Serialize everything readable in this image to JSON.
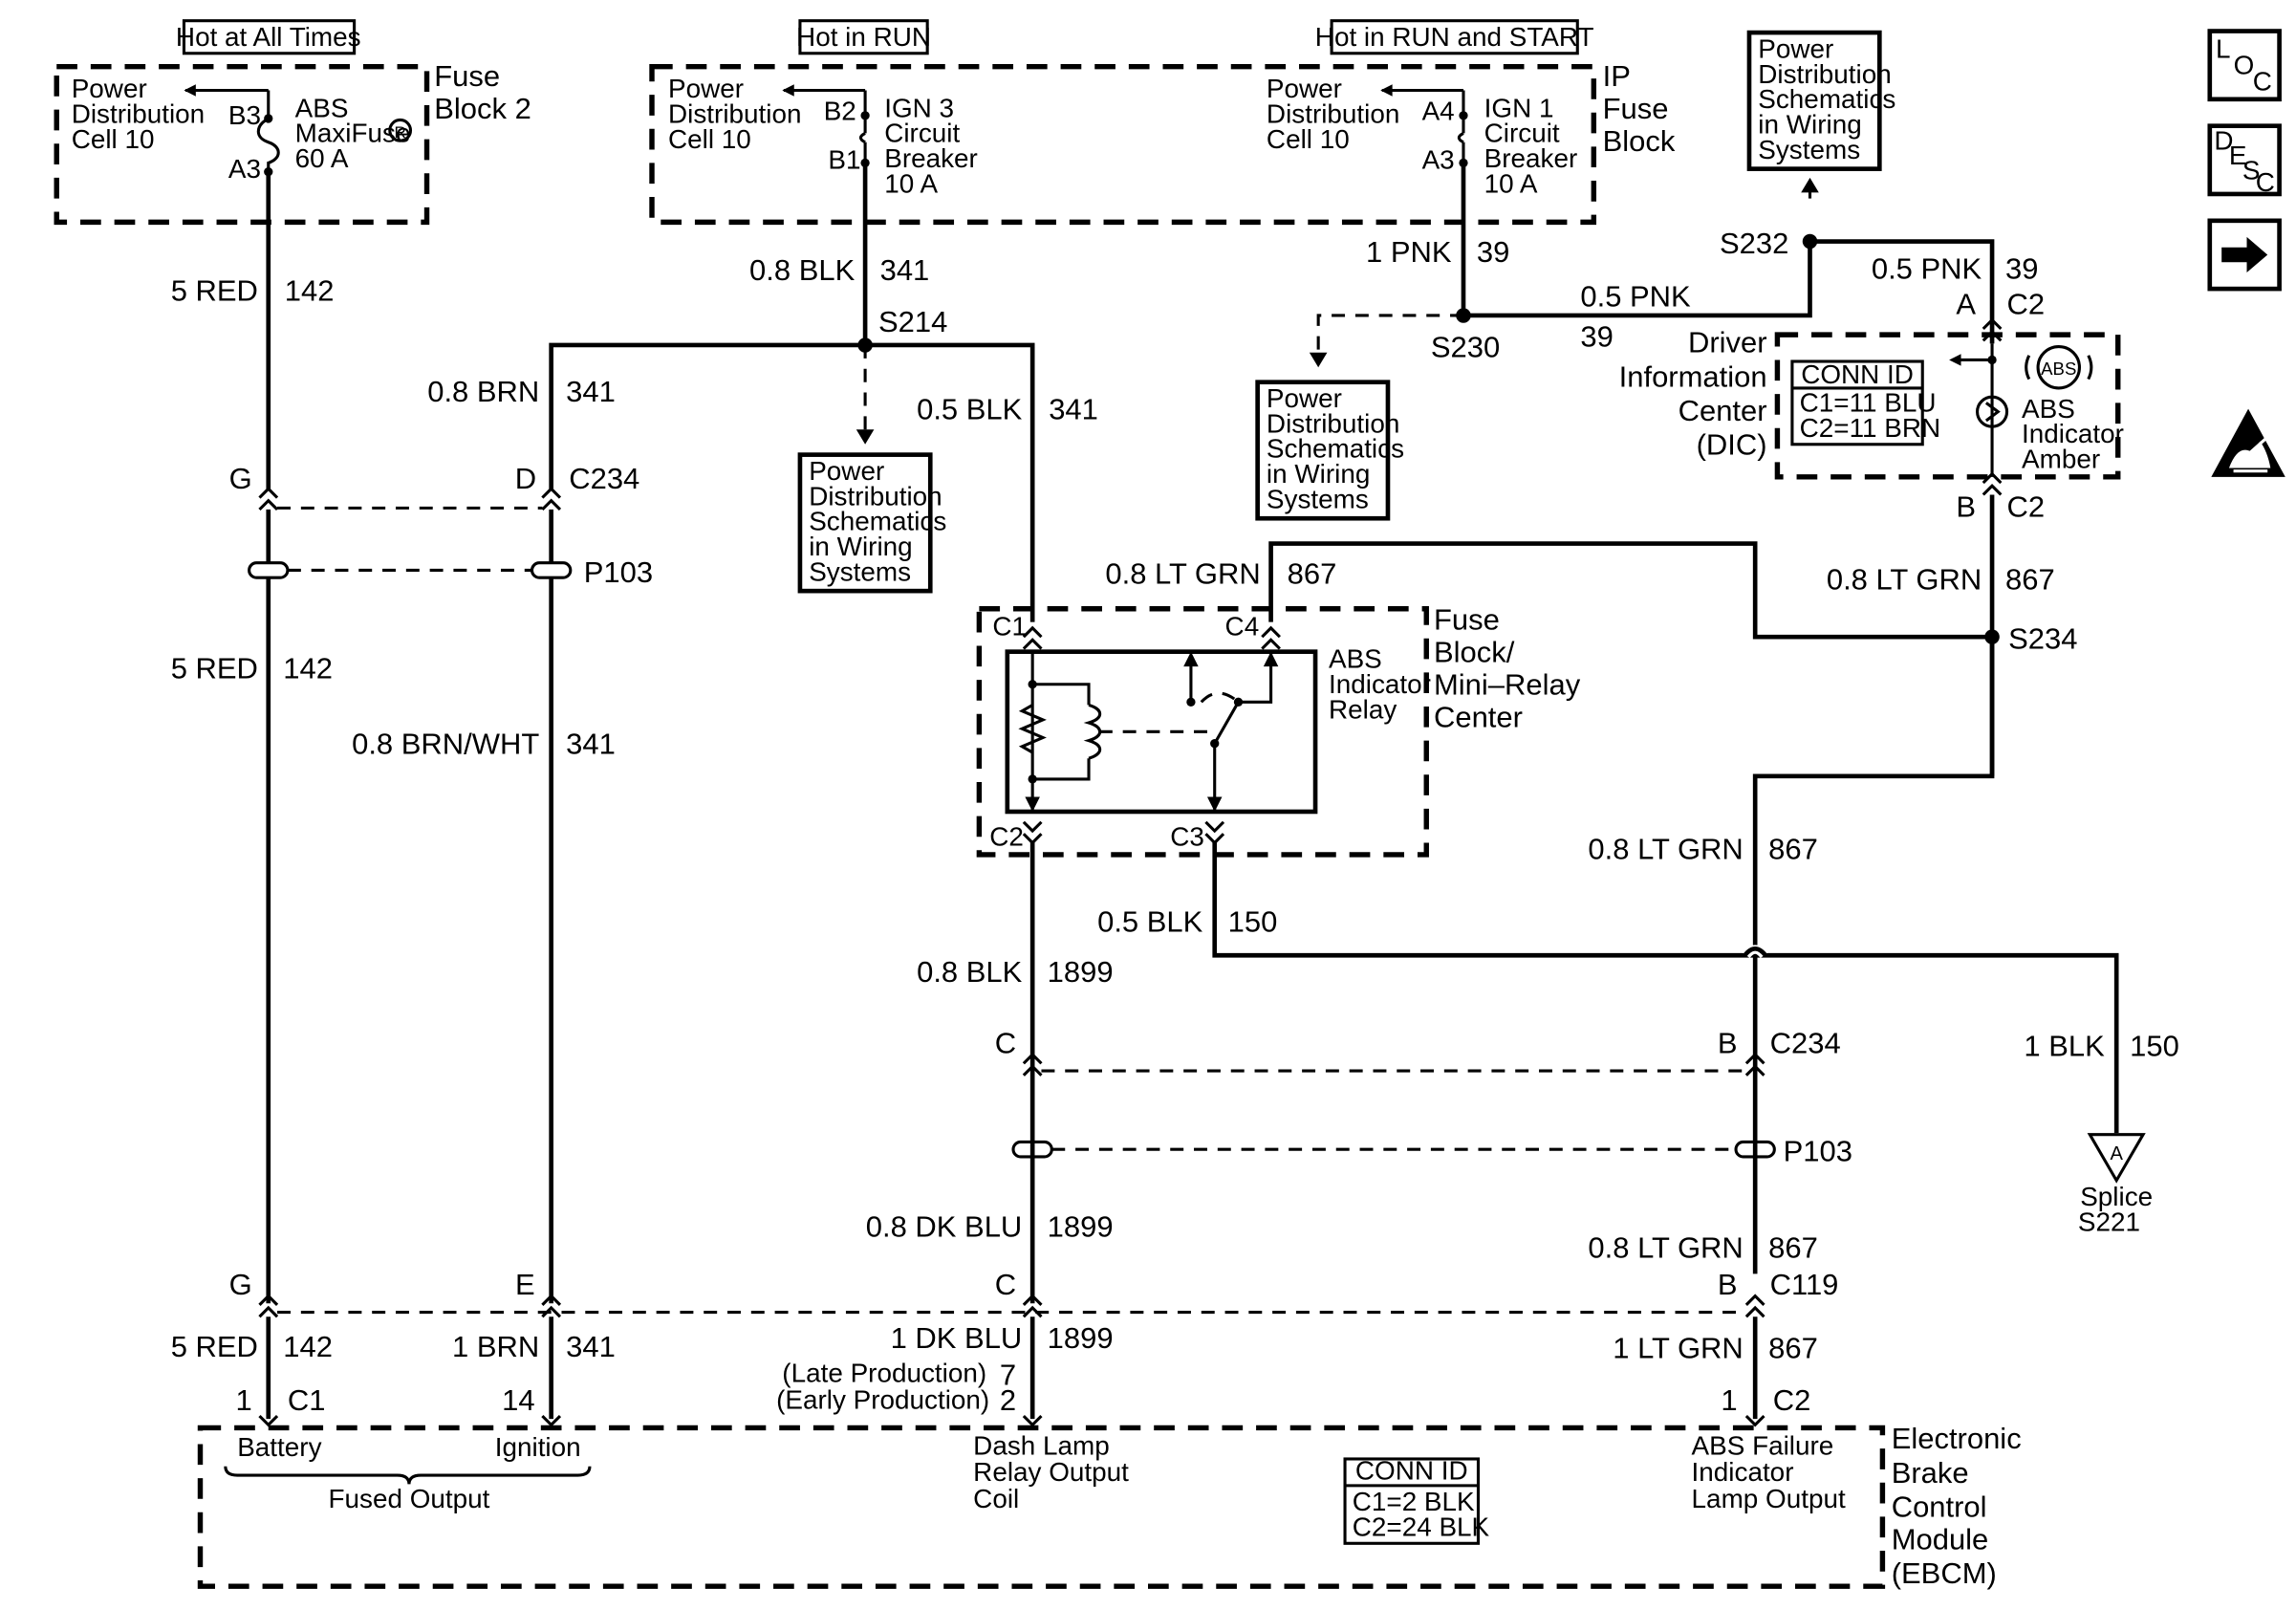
{
  "headers": {
    "hot_all_times": "Hot at All Times",
    "hot_in_run": "Hot in RUN",
    "hot_in_run_start": "Hot in RUN and START"
  },
  "fuse_block_2": {
    "title": [
      "Fuse",
      "Block 2"
    ],
    "pdc": [
      "Power",
      "Distribution",
      "Cell 10"
    ],
    "term_top": "B3",
    "term_bot": "A3",
    "fuse": [
      "ABS",
      "MaxiFuse",
      "60 A"
    ],
    "reg_mark": "R"
  },
  "ip_fuse_block": {
    "title": [
      "IP",
      "Fuse",
      "Block"
    ],
    "left_pdc": [
      "Power",
      "Distribution",
      "Cell 10"
    ],
    "left_term_top": "B2",
    "left_term_bot": "B1",
    "left_breaker": [
      "IGN 3",
      "Circuit",
      "Breaker",
      "10 A"
    ],
    "right_pdc": [
      "Power",
      "Distribution",
      "Cell 10"
    ],
    "right_term_top": "A4",
    "right_term_bot": "A3",
    "right_breaker": [
      "IGN 1",
      "Circuit",
      "Breaker",
      "10 A"
    ]
  },
  "pds_boxes": {
    "top_right": [
      "Power",
      "Distribution",
      "Schematics",
      "in Wiring",
      "Systems"
    ],
    "mid_left": [
      "Power",
      "Distribution",
      "Schematics",
      "in Wiring",
      "Systems"
    ],
    "mid_right": [
      "Power",
      "Distribution",
      "Schematics",
      "in Wiring",
      "Systems"
    ]
  },
  "wires": {
    "w142_top": {
      "gauge": "5 RED",
      "circuit": "142"
    },
    "w341_blk": {
      "gauge": "0.8 BLK",
      "circuit": "341"
    },
    "w39_pnk": {
      "gauge": "1 PNK",
      "circuit": "39"
    },
    "w39_05pnk": {
      "gauge": "0.5 PNK",
      "circuit": "39"
    },
    "w39_right": {
      "gauge": "0.5 PNK",
      "circuit": "39"
    },
    "w341_brn": {
      "gauge": "0.8 BRN",
      "circuit": "341"
    },
    "w341_05blk": {
      "gauge": "0.5 BLK",
      "circuit": "341"
    },
    "w142_mid": {
      "gauge": "5 RED",
      "circuit": "142"
    },
    "w341_brnwht": {
      "gauge": "0.8 BRN/WHT",
      "circuit": "341"
    },
    "w867_relay": {
      "gauge": "0.8 LT GRN",
      "circuit": "867"
    },
    "w867_dic": {
      "gauge": "0.8 LT GRN",
      "circuit": "867"
    },
    "w867_mid": {
      "gauge": "0.8 LT GRN",
      "circuit": "867"
    },
    "w150_blk": {
      "gauge": "0.5 BLK",
      "circuit": "150"
    },
    "w1899_blk": {
      "gauge": "0.8 BLK",
      "circuit": "1899"
    },
    "w150_1blk": {
      "gauge": "1 BLK",
      "circuit": "150"
    },
    "w1899_dkblu": {
      "gauge": "0.8 DK BLU",
      "circuit": "1899"
    },
    "w867_low": {
      "gauge": "0.8 LT GRN",
      "circuit": "867"
    },
    "w142_bot": {
      "gauge": "5 RED",
      "circuit": "142"
    },
    "w341_bot": {
      "gauge": "1 BRN",
      "circuit": "341"
    },
    "w1899_bot": {
      "gauge": "1 DK BLU",
      "circuit": "1899"
    },
    "w867_bot": {
      "gauge": "1 LT GRN",
      "circuit": "867"
    }
  },
  "splices": {
    "s214": "S214",
    "s230": "S230",
    "s232": "S232",
    "s234": "S234"
  },
  "connectors": {
    "c234_top_g": "G",
    "c234_top_d": "D",
    "c234_top": "C234",
    "p103_top": "P103",
    "c234_bot_c": "C",
    "c234_bot_b": "B",
    "c234_bot": "C234",
    "p103_bot": "P103",
    "c119_g": "G",
    "c119_e": "E",
    "c119_c": "C",
    "c119_b": "B",
    "c119": "C119",
    "dic_a": "A",
    "dic_c2_top": "C2",
    "dic_b": "B",
    "dic_c2_bot": "C2",
    "relay_c1": "C1",
    "relay_c4": "C4",
    "relay_c2": "C2",
    "relay_c3": "C3"
  },
  "dic": {
    "title": [
      "Driver",
      "Information",
      "Center",
      "(DIC)"
    ],
    "conn_id_title": "CONN ID",
    "conn_id_lines": [
      "C1=11 BLU",
      "C2=11 BRN"
    ],
    "abs_symbol": "ABS",
    "lamp": [
      "ABS",
      "Indicator",
      "Amber"
    ]
  },
  "relay_center": {
    "title": [
      "Fuse",
      "Block/",
      "Mini–Relay",
      "Center"
    ],
    "relay": [
      "ABS",
      "Indicator",
      "Relay"
    ]
  },
  "splice_ref": {
    "letter": "A",
    "label": [
      "Splice",
      "S221"
    ]
  },
  "ebcm": {
    "title": [
      "Electronic",
      "Brake",
      "Control",
      "Module",
      "(EBCM)"
    ],
    "pin_1_c1": "1",
    "c1": "C1",
    "pin_14": "14",
    "pin_late": "7",
    "late_label": "(Late Production)",
    "pin_early": "2",
    "early_label": "(Early Production)",
    "pin_1_c2": "1",
    "c2": "C2",
    "battery": "Battery",
    "ignition": "Ignition",
    "fused_output": "Fused Output",
    "dash_lamp": [
      "Dash Lamp",
      "Relay Output",
      "Coil"
    ],
    "abs_failure": [
      "ABS Failure",
      "Indicator",
      "Lamp Output"
    ],
    "conn_id_title": "CONN ID",
    "conn_id_lines": [
      "C1=2 BLK",
      "C2=24 BLK"
    ]
  },
  "side_icons": {
    "loc": [
      "L",
      "O",
      "C"
    ],
    "desc": [
      "D",
      "E",
      "S",
      "C"
    ],
    "arrow_icon": "right-arrow-icon",
    "esd_icon": "esd-warning-icon"
  }
}
